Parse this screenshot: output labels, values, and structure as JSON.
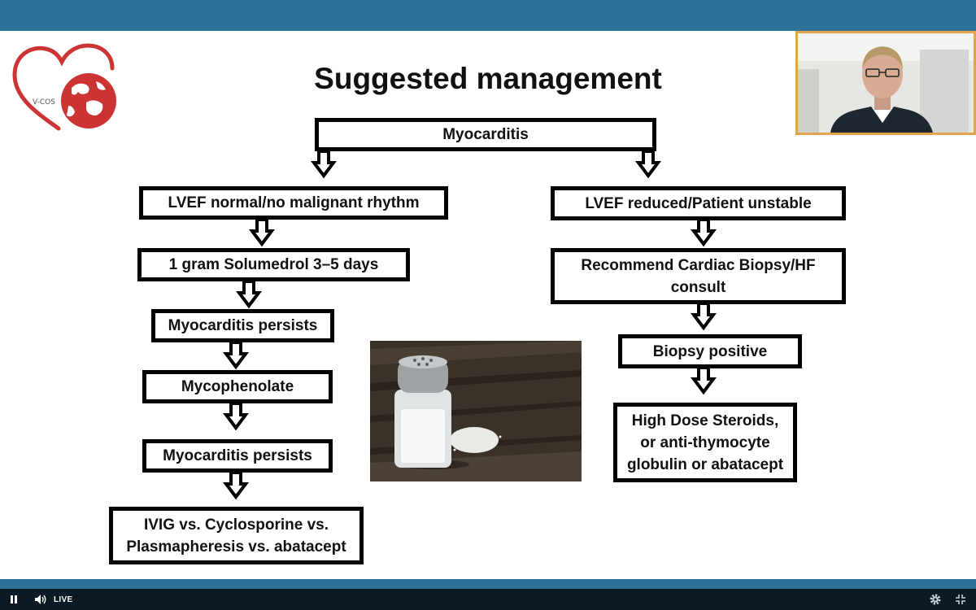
{
  "slide": {
    "title": "Suggested management",
    "logo_text": "V-COS",
    "flowchart": {
      "root": "Myocarditis",
      "left_branch": [
        "LVEF normal/no malignant rhythm",
        "1 gram Solumedrol 3–5 days",
        "Myocarditis persists",
        "Mycophenolate",
        "Myocarditis persists",
        "IVIG vs. Cyclosporine vs. Plasmapheresis vs. abatacept"
      ],
      "right_branch": [
        "LVEF reduced/Patient unstable",
        "Recommend Cardiac Biopsy/HF consult",
        "Biopsy positive",
        "High Dose Steroids, or anti-thymocyte globulin or abatacept"
      ]
    }
  },
  "player": {
    "live_label": "LIVE",
    "icons": {
      "pause": "pause-icon",
      "volume": "volume-icon",
      "settings": "gear-icon",
      "exit_fullscreen": "exit-fullscreen-icon"
    }
  },
  "colors": {
    "player_bar": "#2e7198",
    "controls_bg": "#0b1a24",
    "webcam_border": "#e2a34a",
    "logo_red": "#cc3333"
  }
}
